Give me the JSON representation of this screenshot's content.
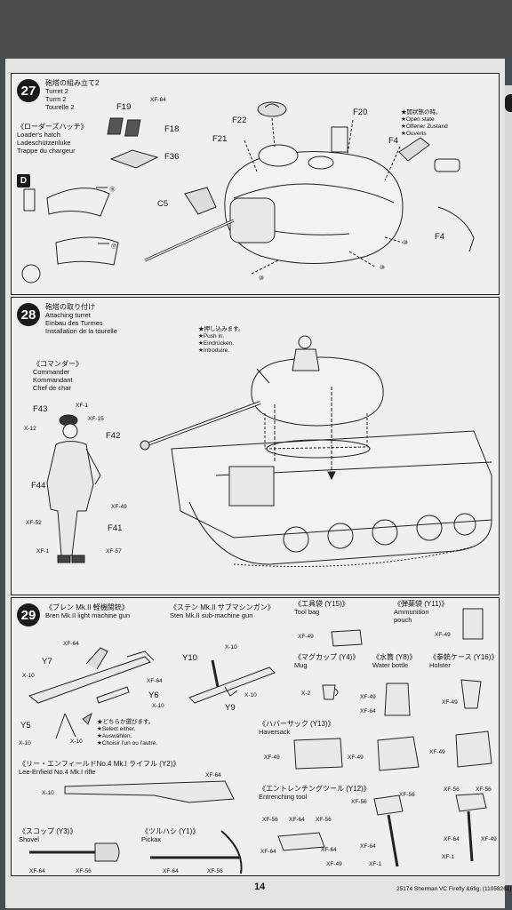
{
  "steps": {
    "s27": {
      "number": "27",
      "title_jp": "砲塔の組み立て2",
      "title_lines": [
        "Turret 2",
        "Turm 2",
        "Tourelle 2"
      ],
      "hatch_caption_jp": "《ローダーズハッチ》",
      "hatch_caption": [
        "Loader's hatch",
        "Ladeschützenluke",
        "Trappe du chargeur"
      ],
      "parts": {
        "f19": "F19",
        "f18": "F18",
        "f36": "F36",
        "f22": "F22",
        "f21": "F21",
        "f20": "F20",
        "f4a": "F4",
        "f4b": "F4",
        "c5": "C5"
      },
      "paint": "XF-64",
      "open_note": [
        "★開状態の時。",
        "★Open state",
        "★Offener Zustand",
        "★Ouverts"
      ],
      "d_mark": "D",
      "callouts": [
        "⑯",
        "⑰",
        "⑩",
        "⑩",
        "⑩"
      ]
    },
    "s28": {
      "number": "28",
      "title_jp": "砲塔の取り付け",
      "title_lines": [
        "Attaching turret",
        "Einbau des Turmes",
        "Installation de la tourelle"
      ],
      "push_note": [
        "★押し込みます。",
        "★Push in.",
        "★Eindrücken.",
        "★Introduire."
      ],
      "commander_caption_jp": "《コマンダー》",
      "commander_caption": [
        "Commander",
        "Kommandant",
        "Chef de char"
      ],
      "parts": {
        "f43": "F43",
        "f42": "F42",
        "f44": "F44",
        "f41": "F41"
      },
      "paints": {
        "xf1a": "XF-1",
        "xf15": "XF-15",
        "x12": "X-12",
        "xf49": "XF-49",
        "xf52": "XF-52",
        "xf1b": "XF-1",
        "xf57": "XF-57"
      }
    },
    "s29": {
      "number": "29",
      "bren_jp": "《ブレン Mk.II 軽機関銃》",
      "bren": "Bren Mk.II light machine gun",
      "sten_jp": "《ステン Mk.II サブマシンガン》",
      "sten": "Sten Mk.II sub-machine gun",
      "toolbag_jp": "《工具袋 (Y15)》",
      "toolbag": "Tool bag",
      "ammo_jp": "《弾薬袋 (Y11)》",
      "ammo": [
        "Ammunition",
        "pouch"
      ],
      "mug_jp": "《マグカップ (Y4)》",
      "mug": "Mug",
      "water_jp": "《水筒 (Y8)》",
      "water": "Water bottle",
      "holster_jp": "《拳銃ケース (Y16)》",
      "holster": "Holster",
      "haversack_jp": "《ハバーサック (Y13)》",
      "haversack": "Haversack",
      "rifle_jp": "《リー・エンフィールドNo.4 Mk.I ライフル (Y2)》",
      "rifle": "Lee-Enfield No.4 Mk.I rifle",
      "entrenching_jp": "《エントレンチングツール (Y12)》",
      "entrenching": "Entrenching tool",
      "shovel_jp": "《スコップ (Y3)》",
      "shovel": "Shovel",
      "pickax_jp": "《ツルハシ (Y1)》",
      "pickax": "Pickax",
      "select_note": [
        "★どちらか選びます。",
        "★Select either.",
        "★Auswählen.",
        "★Choisir l'un ou l'autre."
      ],
      "parts": {
        "y7": "Y7",
        "y6": "Y6",
        "y5": "Y5",
        "y10": "Y10",
        "y9": "Y9"
      },
      "paints": {
        "xf64a": "XF-64",
        "x10a": "X-10",
        "xf64b": "XF-64",
        "x10b": "X-10",
        "x10c": "X-10",
        "x10d": "X-10",
        "x10e": "X-10",
        "x10f": "X-10",
        "xf49a": "XF-49",
        "xf49b": "XF-49",
        "x2": "X-2",
        "xf49c": "XF-49",
        "xf64c": "XF-64",
        "xf49d": "XF-49",
        "xf49e": "XF-49",
        "xf49f": "XF-49",
        "xf49g": "XF-49",
        "xf64d": "XF-64",
        "x10g": "X-10",
        "xf56a": "XF-56",
        "xf64e": "XF-64",
        "xf56b": "XF-56",
        "xf64f": "XF-64",
        "xf56c": "XF-56",
        "xf64g": "XF-64",
        "xf49h": "XF-49",
        "xf56d": "XF-56",
        "xf56e": "XF-56",
        "xf64h": "XF-64",
        "xf1": "XF-1",
        "xf56f": "XF-56",
        "xf56g": "XF-56",
        "xf64i": "XF-64",
        "xf49i": "XF-49",
        "xf1c": "XF-1",
        "xf64j": "XF-64",
        "xf64k": "XF-64",
        "xf56h": "XF-56"
      }
    }
  },
  "footer": {
    "page": "14",
    "code": "25174 Sherman VC Firefly &6fig. (11058261)"
  }
}
